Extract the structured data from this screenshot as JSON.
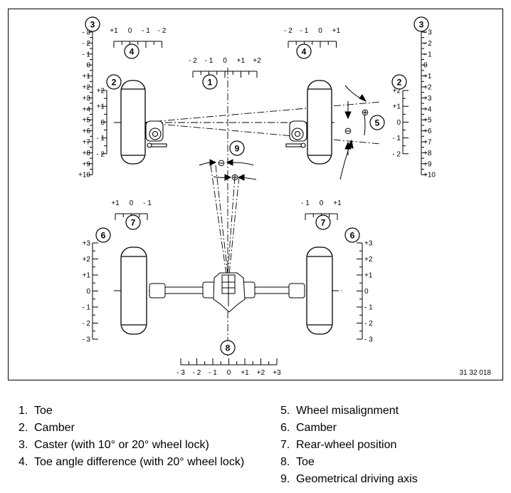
{
  "figure_code": "31 32 018",
  "callouts": {
    "c1": "1",
    "c2": "2",
    "c3": "3",
    "c4": "4",
    "c5": "5",
    "c6": "6",
    "c7": "7",
    "c8": "8",
    "c9": "9"
  },
  "scales": {
    "caster": [
      "- 3",
      "- 2",
      "- 1",
      "0",
      "+1",
      "+2",
      "+3",
      "+4",
      "+5",
      "+6",
      "+7",
      "+8",
      "+9",
      "+10"
    ],
    "camber_front": [
      "+2",
      "+1",
      "0",
      "- 1",
      "- 2"
    ],
    "camber_rear": [
      "+3",
      "+2",
      "+1",
      "0",
      "- 1",
      "- 2",
      "- 3"
    ],
    "toe_angle_diff_left": [
      "+1",
      "0",
      "- 1",
      "- 2"
    ],
    "toe_angle_diff_right": [
      "- 2",
      "- 1",
      "0",
      "+1"
    ],
    "front_toe": [
      "- 2",
      "- 1",
      "0",
      "+1",
      "+2"
    ],
    "rear_wheel_pos_left": [
      "+1",
      "0",
      "- 1"
    ],
    "rear_wheel_pos_right": [
      "- 1",
      "0",
      "+1"
    ],
    "rear_toe": [
      "- 3",
      "- 2",
      "- 1",
      "0",
      "+1",
      "+2",
      "+3"
    ]
  },
  "symbols": {
    "plus": "⊕",
    "minus": "⊖"
  },
  "legend": {
    "left": [
      {
        "num": "1.",
        "text": "Toe"
      },
      {
        "num": "2.",
        "text": "Camber"
      },
      {
        "num": "3.",
        "text": "Caster (with 10° or 20° wheel lock)"
      },
      {
        "num": "4.",
        "text": "Toe angle difference (with 20° wheel lock)"
      }
    ],
    "right": [
      {
        "num": "5.",
        "text": "Wheel misalignment"
      },
      {
        "num": "6.",
        "text": "Camber"
      },
      {
        "num": "7.",
        "text": "Rear-wheel position"
      },
      {
        "num": "8.",
        "text": "Toe"
      },
      {
        "num": "9.",
        "text": "Geometrical driving axis"
      }
    ]
  }
}
